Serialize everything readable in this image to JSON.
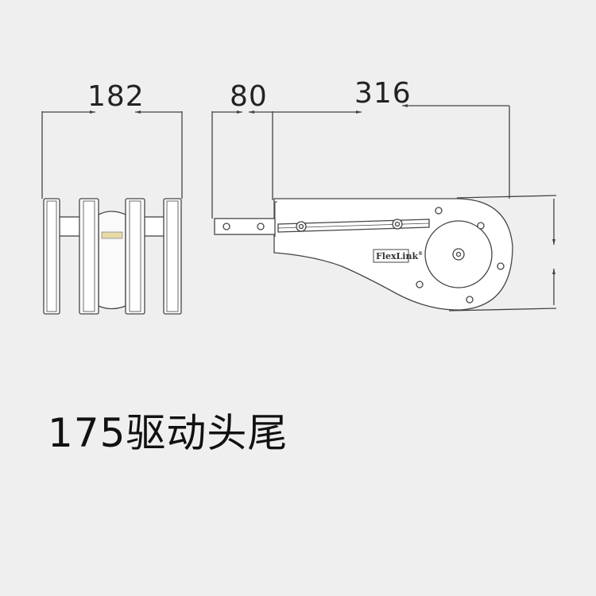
{
  "dimensions": {
    "width_left": "182",
    "offset": "80",
    "length": "316"
  },
  "logo_text": "FlexLink",
  "logo_mark": "®",
  "caption": "175驱动头尾",
  "colors": {
    "background": "#efefef",
    "line": "#444444",
    "part_fill": "#ffffff"
  }
}
